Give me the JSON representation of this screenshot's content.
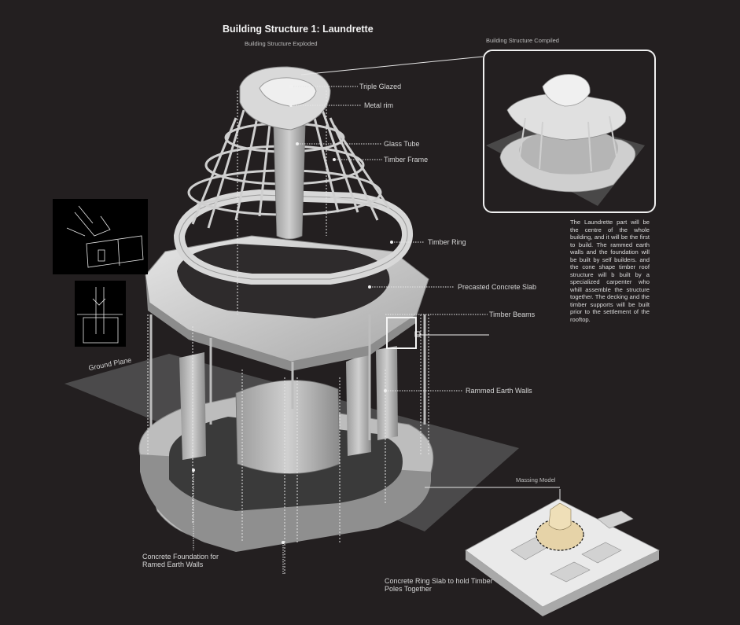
{
  "title": "Building Structure 1: Laundrette",
  "exploded_subtitle": "Building Structure Exploded",
  "compiled_subtitle": "Building Structure Compiled",
  "massing_label": "Massing Model",
  "ground_plane": "Ground Plane",
  "description": "The Laundrette part will be the centre of the whole building, and it will be the first to build. The rammed earth walls and the foundation will be built by self builders. and the cone shape timber roof structure will b built by a specialized carpenter who whill assemble the structure together. The decking and the timber supports will be built prior to the settlement of the rooftop.",
  "callouts": {
    "triple_glazed": "Triple Glazed",
    "metal_rim": "Metal rim",
    "glass_tube": "Glass Tube",
    "timber_frame": "Timber Frame",
    "timber_ring": "Timber Ring",
    "precast_slab": "Precasted Concrete Slab",
    "timber_beams": "Timber Beams",
    "rammed_earth": "Rammed Earth Walls",
    "foundation": "Concrete Foundation for Ramed Earth Walls",
    "ring_slab": "Concrete Ring Slab to hold Timber Poles Together"
  },
  "colors": {
    "background": "#231f20",
    "structure": "#d4d4d4",
    "shadow": "#6e6e6e",
    "massing_highlight": "#e6d3a8"
  }
}
